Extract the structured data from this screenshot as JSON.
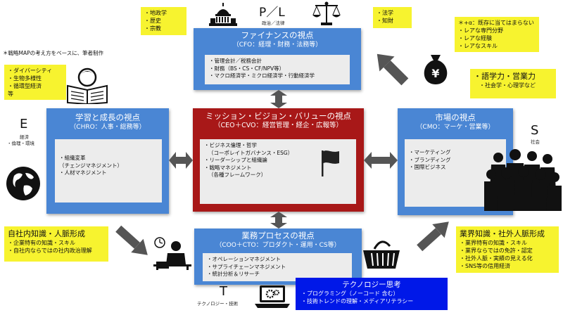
{
  "note": "＊戦略MAPの考え方をベースに、筆者制作",
  "finance": {
    "title": "ファイナンスの視点",
    "sub": "（CFO：経理・財務・法務等）",
    "items": [
      "・管理会計／税務会計",
      "・財務（BS・CS・CF/NPV等）",
      "・マクロ経済学・ミクロ経済学・行動経済学"
    ]
  },
  "learning": {
    "title": "学習と成長の視点",
    "sub": "（CHRO：人事・総務等）",
    "items": [
      "・組織変革",
      "（チェンジマネジメント）",
      "・人材マネジメント"
    ]
  },
  "mission": {
    "title": "ミッション・ビジョン・バリューの視点",
    "sub": "（CEO＋CVO：経営管理・経企・広報等）",
    "items": [
      "・ビジネス倫理・哲学",
      "（コーポレイトガバナンス・ESG）",
      "・リーダーシップと組織論",
      "・戦略マネジメント",
      "（各種フレームワーク）"
    ]
  },
  "market": {
    "title": "市場の視点",
    "sub": "（CMO：マーケ・営業等）",
    "items": [
      "・マーケティング",
      "・ブランディング",
      "・国際ビジネス"
    ]
  },
  "process": {
    "title": "業務プロセスの視点",
    "sub": "（COO＋CTO：プロダクト・運用・CS等）",
    "items": [
      "・オペレーションマネジメント",
      "・サプライチェーンマネジメント",
      "・統計分析＆リサーチ"
    ]
  },
  "callouts": {
    "politics": [
      "・地政学",
      "・歴史",
      "・宗教"
    ],
    "law": [
      "・法学",
      "・知財"
    ],
    "alpha": [
      "＊+α：既存に当てはまらない",
      "・レアな専門分野",
      "・レアな経験",
      "・レアなスキル"
    ],
    "diversity": [
      "・ダイバーシティ",
      "・生物多様性",
      "・循環型経済",
      "等"
    ],
    "language": {
      "head": "・語学力・営業力",
      "body": "・社会学・心理学など"
    },
    "inhouse": {
      "head": "自社内知識・人脈形成",
      "items": [
        "・企業特有の知識・スキル",
        "・自社内ならではの社内政治理解"
      ]
    },
    "industry": {
      "head": "業界知識・社外人脈形成",
      "items": [
        "・業界特有の知識・スキル",
        "・業界ならではの免許・認定",
        "・社外人脈・実績の見える化",
        "・SNS等の信用経済"
      ]
    }
  },
  "tech": {
    "title": "テクノロジー思考",
    "items": [
      "・プログラミング（ノーコード 含む）",
      "・技術トレンドの理解・メディアリテラシー"
    ]
  },
  "letters": {
    "pl": "P／L",
    "pl_sub": "政治／法律",
    "e": "E",
    "e_sub1": "経済",
    "e_sub2": "・倫理・環境",
    "s": "S",
    "s_sub": "社会",
    "t": "T",
    "t_sub": "テクノロジー・技術"
  },
  "colors": {
    "blue": "#4a86d4",
    "red": "#a81818",
    "yellow": "#f7f32f",
    "tech": "#0018e8",
    "arrow": "#555555"
  },
  "icons": [
    "capitol-icon",
    "scales-icon",
    "yen-bag-icon",
    "reader-icon",
    "globe-icon",
    "crowd-icon",
    "worker-icon",
    "laptop-icon",
    "basket-icon",
    "flag-icon"
  ]
}
